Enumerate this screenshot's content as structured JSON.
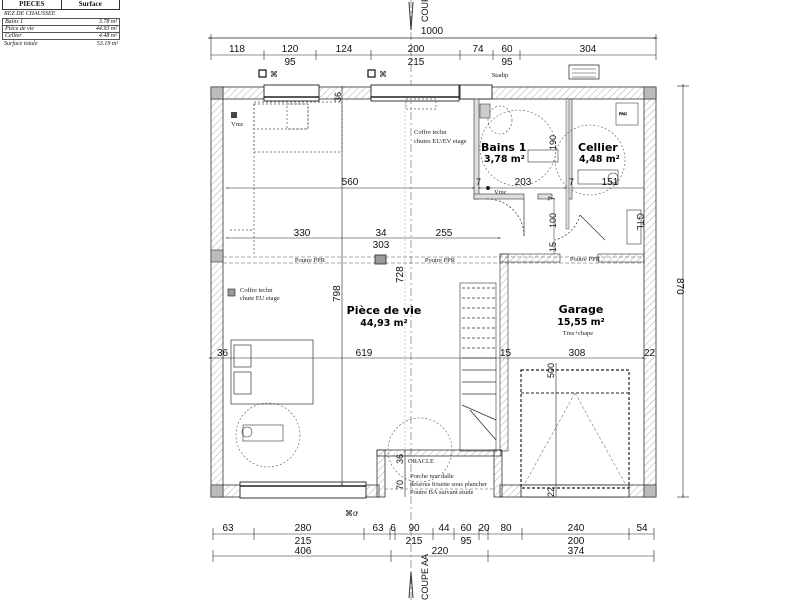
{
  "surface_table": {
    "headers": [
      "PIECES",
      "Surface"
    ],
    "section": "REZ DE CHAUSSEE",
    "rows": [
      {
        "piece": "Bains 1",
        "surface": "3.78 m²"
      },
      {
        "piece": "Pièce de vie",
        "surface": "44.93 m²"
      },
      {
        "piece": "Cellier",
        "surface": "4.48 m²"
      }
    ],
    "total": {
      "label": "Surface totale",
      "value": "53.19 m²"
    }
  },
  "section_marks": {
    "top": "COUPE",
    "bottom": "COUPE AA"
  },
  "rooms": {
    "bains": {
      "name": "Bains 1",
      "area": "3,78 m²"
    },
    "cellier": {
      "name": "Cellier",
      "area": "4,48 m²"
    },
    "piece_de_vie": {
      "name": "Pièce de vie",
      "area": "44,93 m²"
    },
    "garage": {
      "name": "Garage",
      "area": "15,55 m²",
      "note": "Tms+chape"
    }
  },
  "dimensions": {
    "top_total": "1000",
    "top_chain": [
      "118",
      "120",
      "124",
      "200",
      "74",
      "60",
      "304"
    ],
    "top_sub": [
      "95",
      "215",
      "95"
    ],
    "bottom_chain": [
      "63",
      "280",
      "63",
      "6",
      "90",
      "44",
      "60",
      "20",
      "80",
      "240",
      "54"
    ],
    "bottom_sub": [
      "215",
      "215",
      "95",
      "200"
    ],
    "bottom_total": [
      "406",
      "220",
      "374"
    ],
    "right_total": "870",
    "interior": {
      "d560": "560",
      "d330": "330",
      "d34": "34",
      "d303": "303",
      "d255": "255",
      "d36_top": "36",
      "d798": "798",
      "d728": "728",
      "d619": "619",
      "d36_left": "36",
      "d15_mid": "15",
      "d308": "308",
      "d22_right": "22",
      "d500": "500",
      "d22_bottom": "22",
      "d36_porch": "36",
      "d70": "70",
      "d7a": "7",
      "d203": "203",
      "d7b": "7",
      "d151": "151",
      "d190": "190",
      "d7c": "7",
      "d100": "100",
      "d15_hall": "15"
    }
  },
  "annotations": {
    "vmc_1": "Vmc",
    "vmc_2": "Vmc",
    "coffre_1_l1": "Coffre techn",
    "coffre_1_l2": "chutes EU/EV etage",
    "coffre_2_l1": "Coffre techn",
    "coffre_2_l2": "chute EU etage",
    "poutre_1": "Poutre PPR",
    "poutre_2": "Poutre PPR",
    "poutre_3": "Poutre PPR",
    "stadip": "Stadip",
    "gtl": "GTL",
    "oracle": "ORACLE",
    "porche_l1": "Porche non dalle",
    "porche_l2": "dessous frisette sous plancher",
    "porche_l3": "Poutre BA suivant etude",
    "pac": "PAC"
  }
}
